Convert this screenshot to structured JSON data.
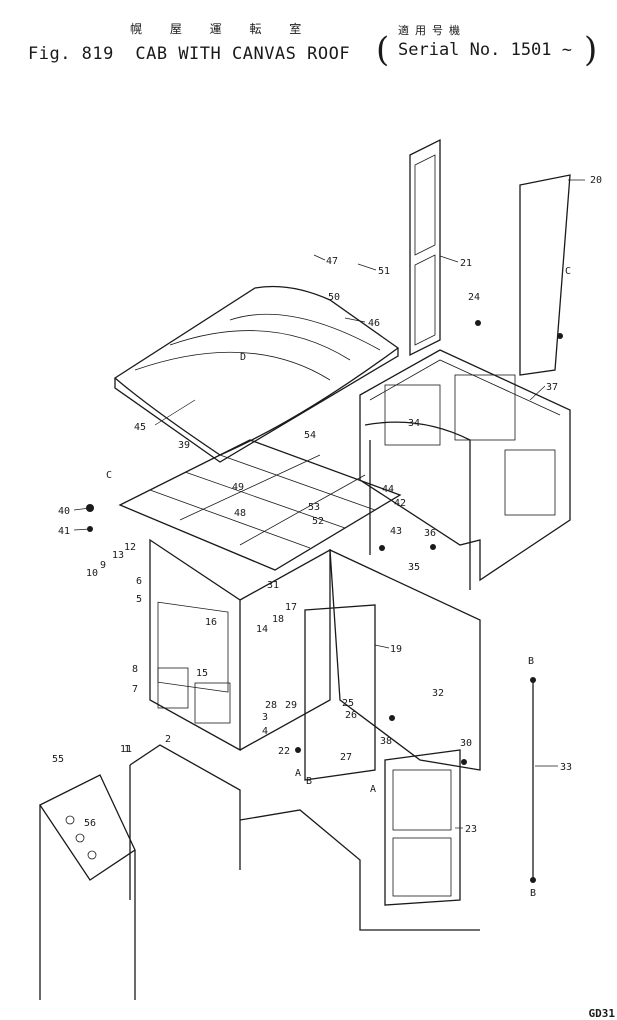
{
  "header": {
    "figure_label": "Fig. 819",
    "title": "CAB WITH CANVAS ROOF",
    "title_jp": "幌 屋 運 転 室",
    "serial_jp": "適用号機",
    "serial": "Serial No. 1501 ~",
    "paren_open": "(",
    "paren_close": ")"
  },
  "footer": {
    "code": "GD31"
  },
  "callouts": [
    "1",
    "2",
    "3",
    "4",
    "5",
    "6",
    "7",
    "8",
    "9",
    "10",
    "11",
    "12",
    "13",
    "14",
    "15",
    "16",
    "17",
    "18",
    "19",
    "20",
    "21",
    "22",
    "23",
    "24",
    "25",
    "26",
    "27",
    "28",
    "29",
    "30",
    "31",
    "32",
    "33",
    "34",
    "35",
    "36",
    "37",
    "38",
    "39",
    "40",
    "41",
    "42",
    "43",
    "44",
    "45",
    "46",
    "47",
    "48",
    "49",
    "50",
    "51",
    "52",
    "53",
    "54",
    "55",
    "56"
  ],
  "reference_letters": [
    "A",
    "B",
    "C",
    "D"
  ],
  "colors": {
    "ink": "#1a1a1a",
    "paper": "#ffffff"
  }
}
